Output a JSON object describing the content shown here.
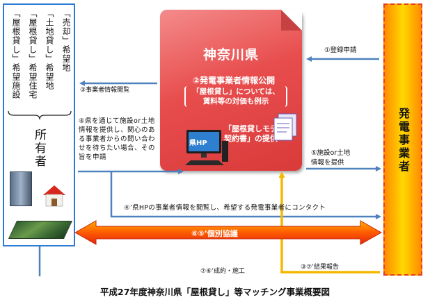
{
  "owner": {
    "columns": [
      "「売却」希望地",
      "「土地貸し」希望地",
      "「屋根貸し」希望住宅",
      "「屋根貸し」希望施設"
    ],
    "label": "所有者"
  },
  "prefecture": {
    "name": "神奈川県",
    "disclose_title": "②発電事業者情報公開",
    "note_line1": "「屋根貸し」については、",
    "note_line2": "賃料等の対価も例示",
    "hp_label": "県HP",
    "model_line1": "「屋根貸しモデル",
    "model_line2": "契約書」の提供"
  },
  "generator": {
    "label": "発電事業者"
  },
  "steps": {
    "step1": "①登録申請",
    "step3": "③事業者情報閲覧",
    "step4": "④県を通じて施設or土地情報を提供し、関心のある事業者からの問い合わせを待ちたい場合、その旨を申請",
    "step5_line1": "⑤施設or土地",
    "step5_line2": "情報を提供",
    "step4p": "④’県HPの事業者情報を閲覧し、希望する発電事業者にコンタクト",
    "consult": "⑥⑤’個別協議",
    "step7p": "⑦⑥’成約・施工",
    "step3p7p": "③⑦’結果報告"
  },
  "caption": "平成27年度神奈川県「屋根貸し」等マッチング事業概要図",
  "colors": {
    "arrow_blue": "#4f81bd",
    "arrow_yellow": "#f5b800",
    "consult_red": "#e02a10",
    "consult_orange": "#ff9a00"
  }
}
